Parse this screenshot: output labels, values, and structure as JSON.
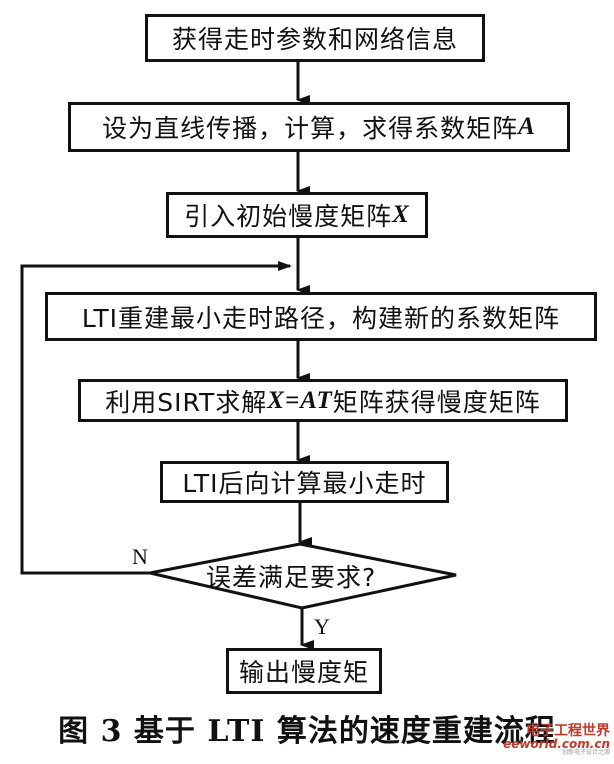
{
  "diagram": {
    "type": "flowchart",
    "steps": [
      {
        "id": "s1",
        "text": "获得走时参数和网络信息"
      },
      {
        "id": "s2",
        "text": "设为直线传播，计算，求得系数矩阵",
        "math": "A"
      },
      {
        "id": "s3",
        "text": "引入初始慢度矩阵",
        "math": "X"
      },
      {
        "id": "s4",
        "text": "LTI重建最小走时路径，构建新的系数矩阵"
      },
      {
        "id": "s5",
        "prefix": "利用SIRT求解",
        "math": "X=AT",
        "suffix": "矩阵获得慢度矩阵"
      },
      {
        "id": "s6",
        "text": "LTI后向计算最小走时"
      },
      {
        "id": "s8",
        "text": "输出慢度矩"
      }
    ],
    "decision": {
      "id": "d1",
      "text": "误差满足要求?",
      "no_label": "N",
      "yes_label": "Y"
    },
    "edges": [
      {
        "from": "s1",
        "to": "s2"
      },
      {
        "from": "s2",
        "to": "s3"
      },
      {
        "from": "s3",
        "to": "s4"
      },
      {
        "from": "s4",
        "to": "s5"
      },
      {
        "from": "s5",
        "to": "s6"
      },
      {
        "from": "s6",
        "to": "d1"
      },
      {
        "from": "d1",
        "to": "s4",
        "label": "N"
      },
      {
        "from": "d1",
        "to": "s8",
        "label": "Y"
      }
    ]
  },
  "caption": "图 3  基于 LTI 算法的速度重建流程",
  "watermark": {
    "cn": "电子工程世界",
    "en": "eeworld.com.cn",
    "sub": "创新电子设计之源"
  }
}
